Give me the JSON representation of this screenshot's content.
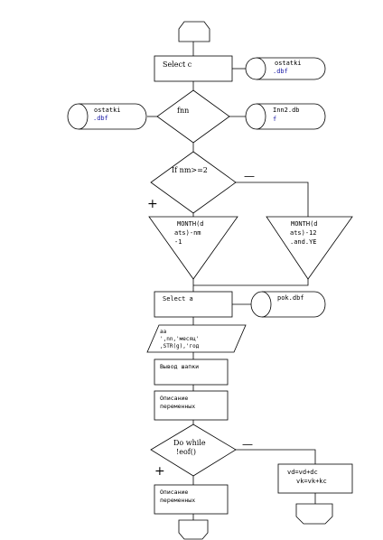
{
  "flowchart": {
    "select_c": "Select c",
    "ostatki_top": [
      "ostatki",
      ".dbf"
    ],
    "fnn": "fnn",
    "ostatki_left": [
      "ostatki",
      ".dbf"
    ],
    "inn2_right": [
      "Inn2.db",
      "f"
    ],
    "if_cond": "If nm>=2",
    "minus_1": "—",
    "plus_1": "+",
    "month_left": [
      "MONTH(d",
      "ats)-nm",
      "-1"
    ],
    "month_right": [
      "MONTH(d",
      "ats)-12",
      ".and.YE"
    ],
    "select_a": "Select a",
    "pok_dbf": "pok.dbf",
    "io_lines": [
      "аа",
      "',nn,'месяц'",
      ",STR(g),'год"
    ],
    "vyvod": "Вывод шапки",
    "opisanie_1": [
      "Описание",
      "переменных"
    ],
    "do_while": [
      "Do while",
      "!eof()"
    ],
    "minus_2": "—",
    "plus_2": "+",
    "vd_box": [
      "vd=vd+dc",
      "vk=vk+kc"
    ],
    "opisanie_2": [
      "Описание",
      "переменных"
    ]
  }
}
